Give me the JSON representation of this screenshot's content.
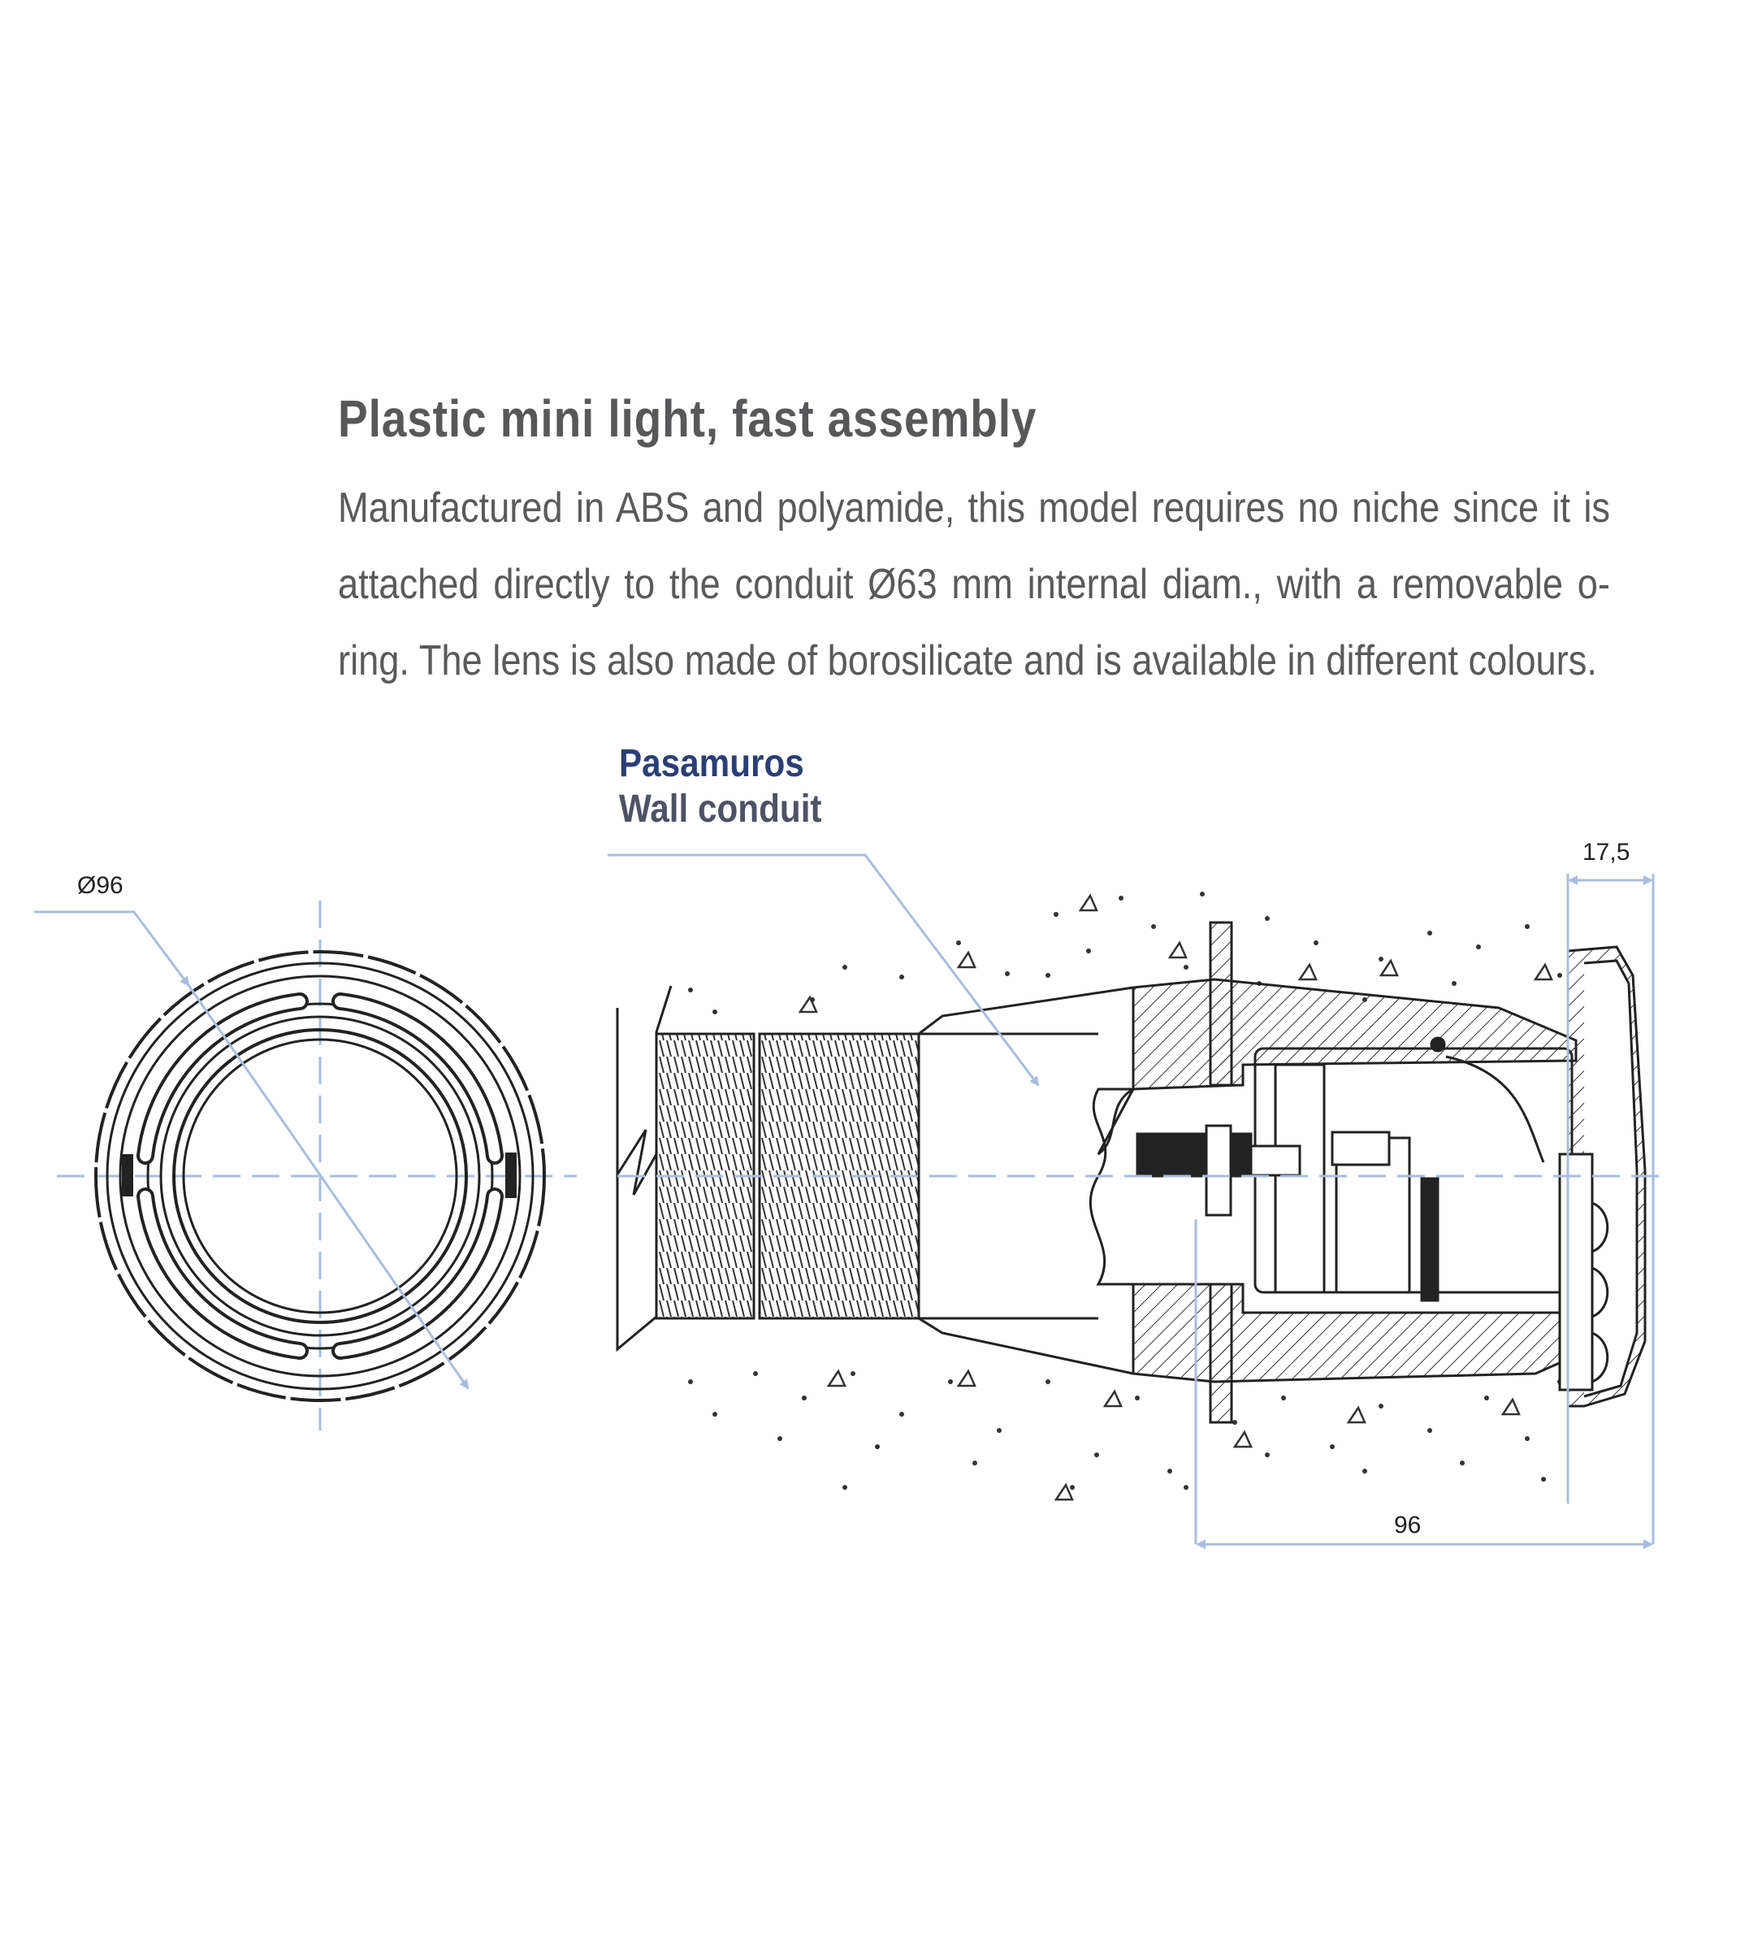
{
  "heading": "Plastic mini light, fast assembly",
  "description": "Manufactured in ABS and polyamide, this model requires no niche since it is attached directly to the conduit Ø63 mm internal diam., with a removable o-ring. The lens is also made of borosilicate and is available in different colours.",
  "callout": {
    "spanish": "Pasamuros",
    "english": "Wall conduit"
  },
  "dimensions": {
    "front_diameter": "Ø96",
    "flange_depth": "17,5",
    "body_length": "96"
  },
  "colors": {
    "text": "#58585a",
    "callout_blue": "#2a3f73",
    "leader_lines": "#a9bedd",
    "drawing_ink": "#222222"
  }
}
